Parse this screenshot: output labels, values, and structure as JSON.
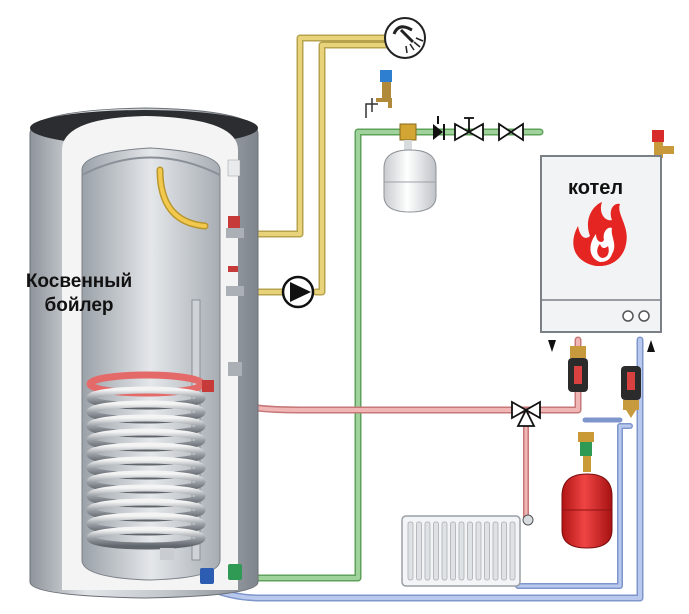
{
  "labels": {
    "boiler_line1": "Косвенный",
    "boiler_line2": "бойлер",
    "kotel": "котел"
  },
  "colors": {
    "hot_water_pipe": "#e8d27a",
    "supply_green": "#9fd39b",
    "heating_red": "#f0b6b6",
    "return_blue": "#b9c9ee",
    "tank_steel": "#b9bec4",
    "tank_inner": "#d9dde2",
    "boiler_flame": "#e52521",
    "expansion_red": "#e02424"
  },
  "icons": {
    "shower": "shower-icon",
    "pump": "pump-icon",
    "flame": "flame-icon",
    "valve": "valve-icon",
    "three_way_valve": "three-way-valve-icon",
    "check_valve": "check-valve-icon",
    "safety_valve": "safety-valve-icon",
    "expansion_tank": "expansion-tank-icon",
    "radiator": "radiator-icon"
  }
}
